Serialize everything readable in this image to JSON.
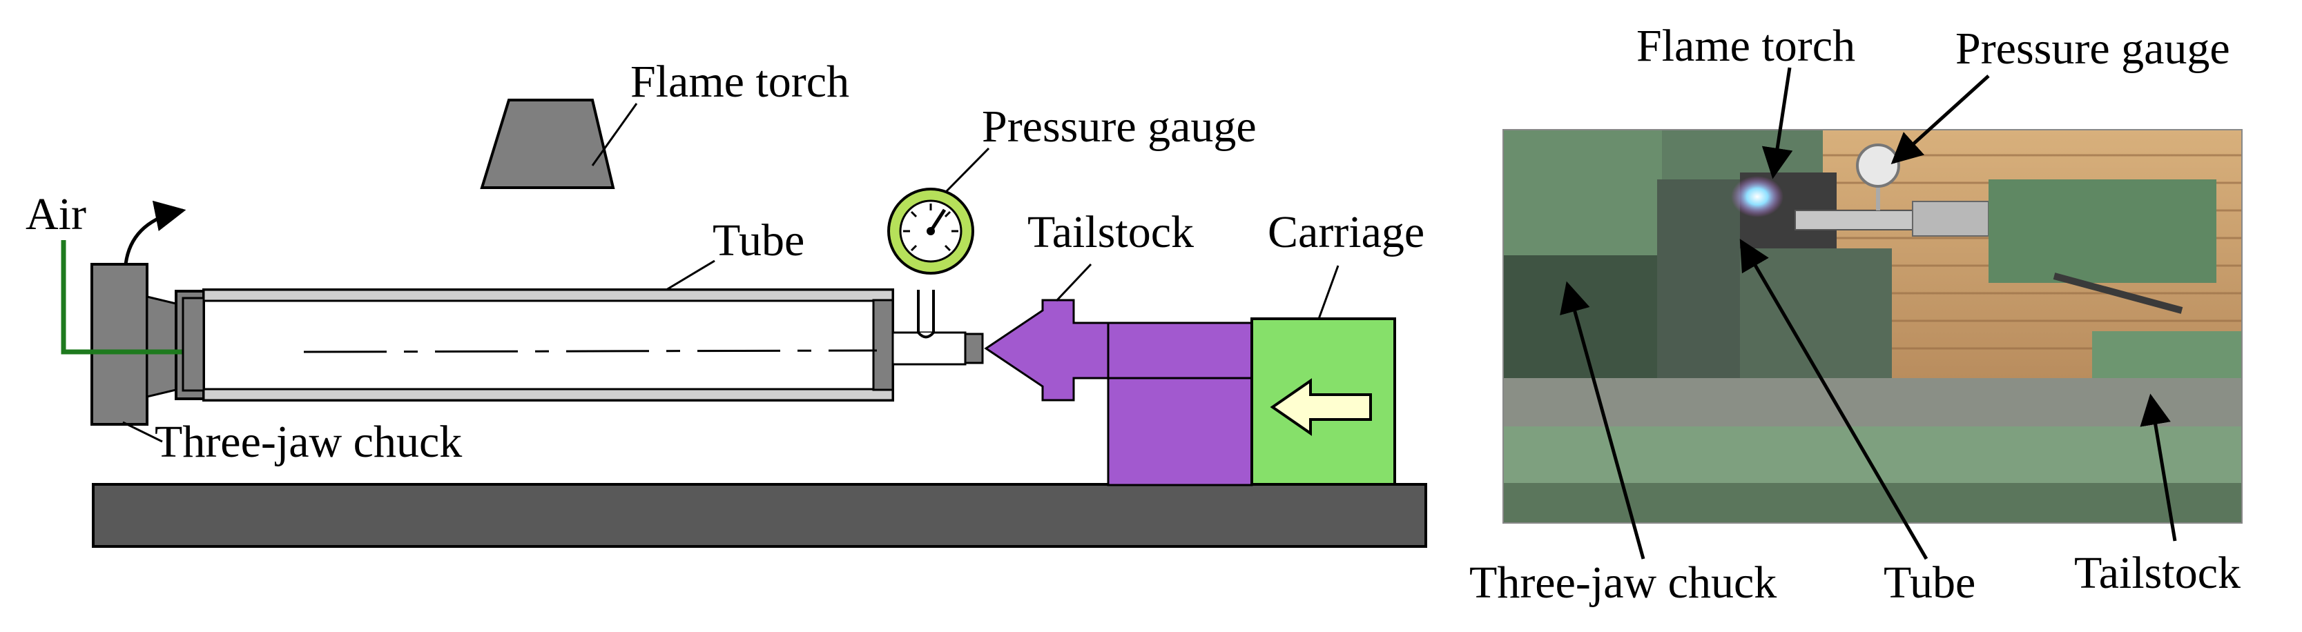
{
  "schematic": {
    "labels": {
      "flame_torch": "Flame torch",
      "pressure_gauge": "Pressure gauge",
      "air": "Air",
      "tube": "Tube",
      "tailstock": "Tailstock",
      "carriage": "Carriage",
      "three_jaw_chuck": "Three-jaw chuck"
    },
    "colors": {
      "torch": "#7f7f7f",
      "chuck": "#7f7f7f",
      "bed": "#595959",
      "tube_wall": "#d0d0d0",
      "air_arrow": "#1e7a1e",
      "gauge_ring": "#b6e05a",
      "tailstock": "#a259cf",
      "carriage": "#86e06a",
      "carriage_arrow": "#ffffd0"
    }
  },
  "photo": {
    "labels": {
      "flame_torch": "Flame torch",
      "pressure_gauge": "Pressure gauge",
      "three_jaw_chuck": "Three-jaw chuck",
      "tube": "Tube",
      "tailstock": "Tailstock"
    },
    "colors": {
      "machine_green": "#6f9a72",
      "brick_wall": "#c9a070",
      "flame": "#7fd0ff"
    }
  }
}
